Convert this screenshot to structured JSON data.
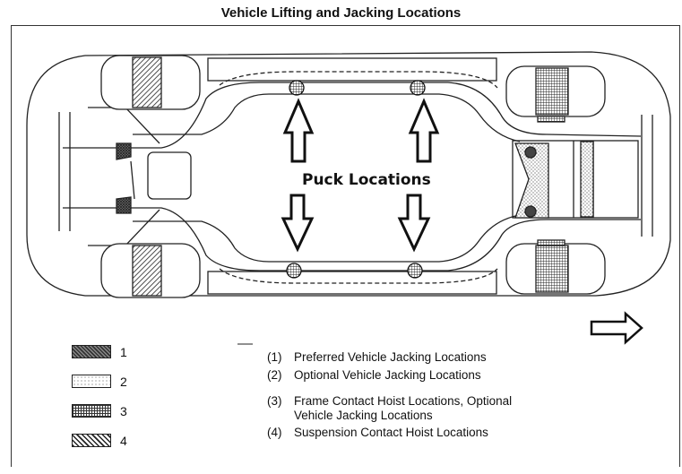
{
  "title": "Vehicle Lifting and Jacking Locations",
  "puck_label": "Puck Locations",
  "legend": [
    {
      "number": "1",
      "pattern": "dark-crosshatch"
    },
    {
      "number": "2",
      "pattern": "light-stipple"
    },
    {
      "number": "3",
      "pattern": "grid-crosshatch"
    },
    {
      "number": "4",
      "pattern": "diagonal-hatch"
    }
  ],
  "notes": [
    {
      "index": "(1)",
      "text": "Preferred Vehicle Jacking Locations"
    },
    {
      "index": "(2)",
      "text": "Optional Vehicle Jacking Locations"
    },
    {
      "index": "(3)",
      "text": "Frame Contact Hoist Locations, Optional",
      "continuation": "Vehicle Jacking Locations"
    },
    {
      "index": "(4)",
      "text": "Suspension Contact Hoist Locations"
    }
  ],
  "icons": {
    "direction_arrow": "front-direction-arrow-icon",
    "up_arrow": "up-arrow-icon",
    "down_arrow": "down-arrow-icon",
    "puck": "puck-circle-icon"
  }
}
